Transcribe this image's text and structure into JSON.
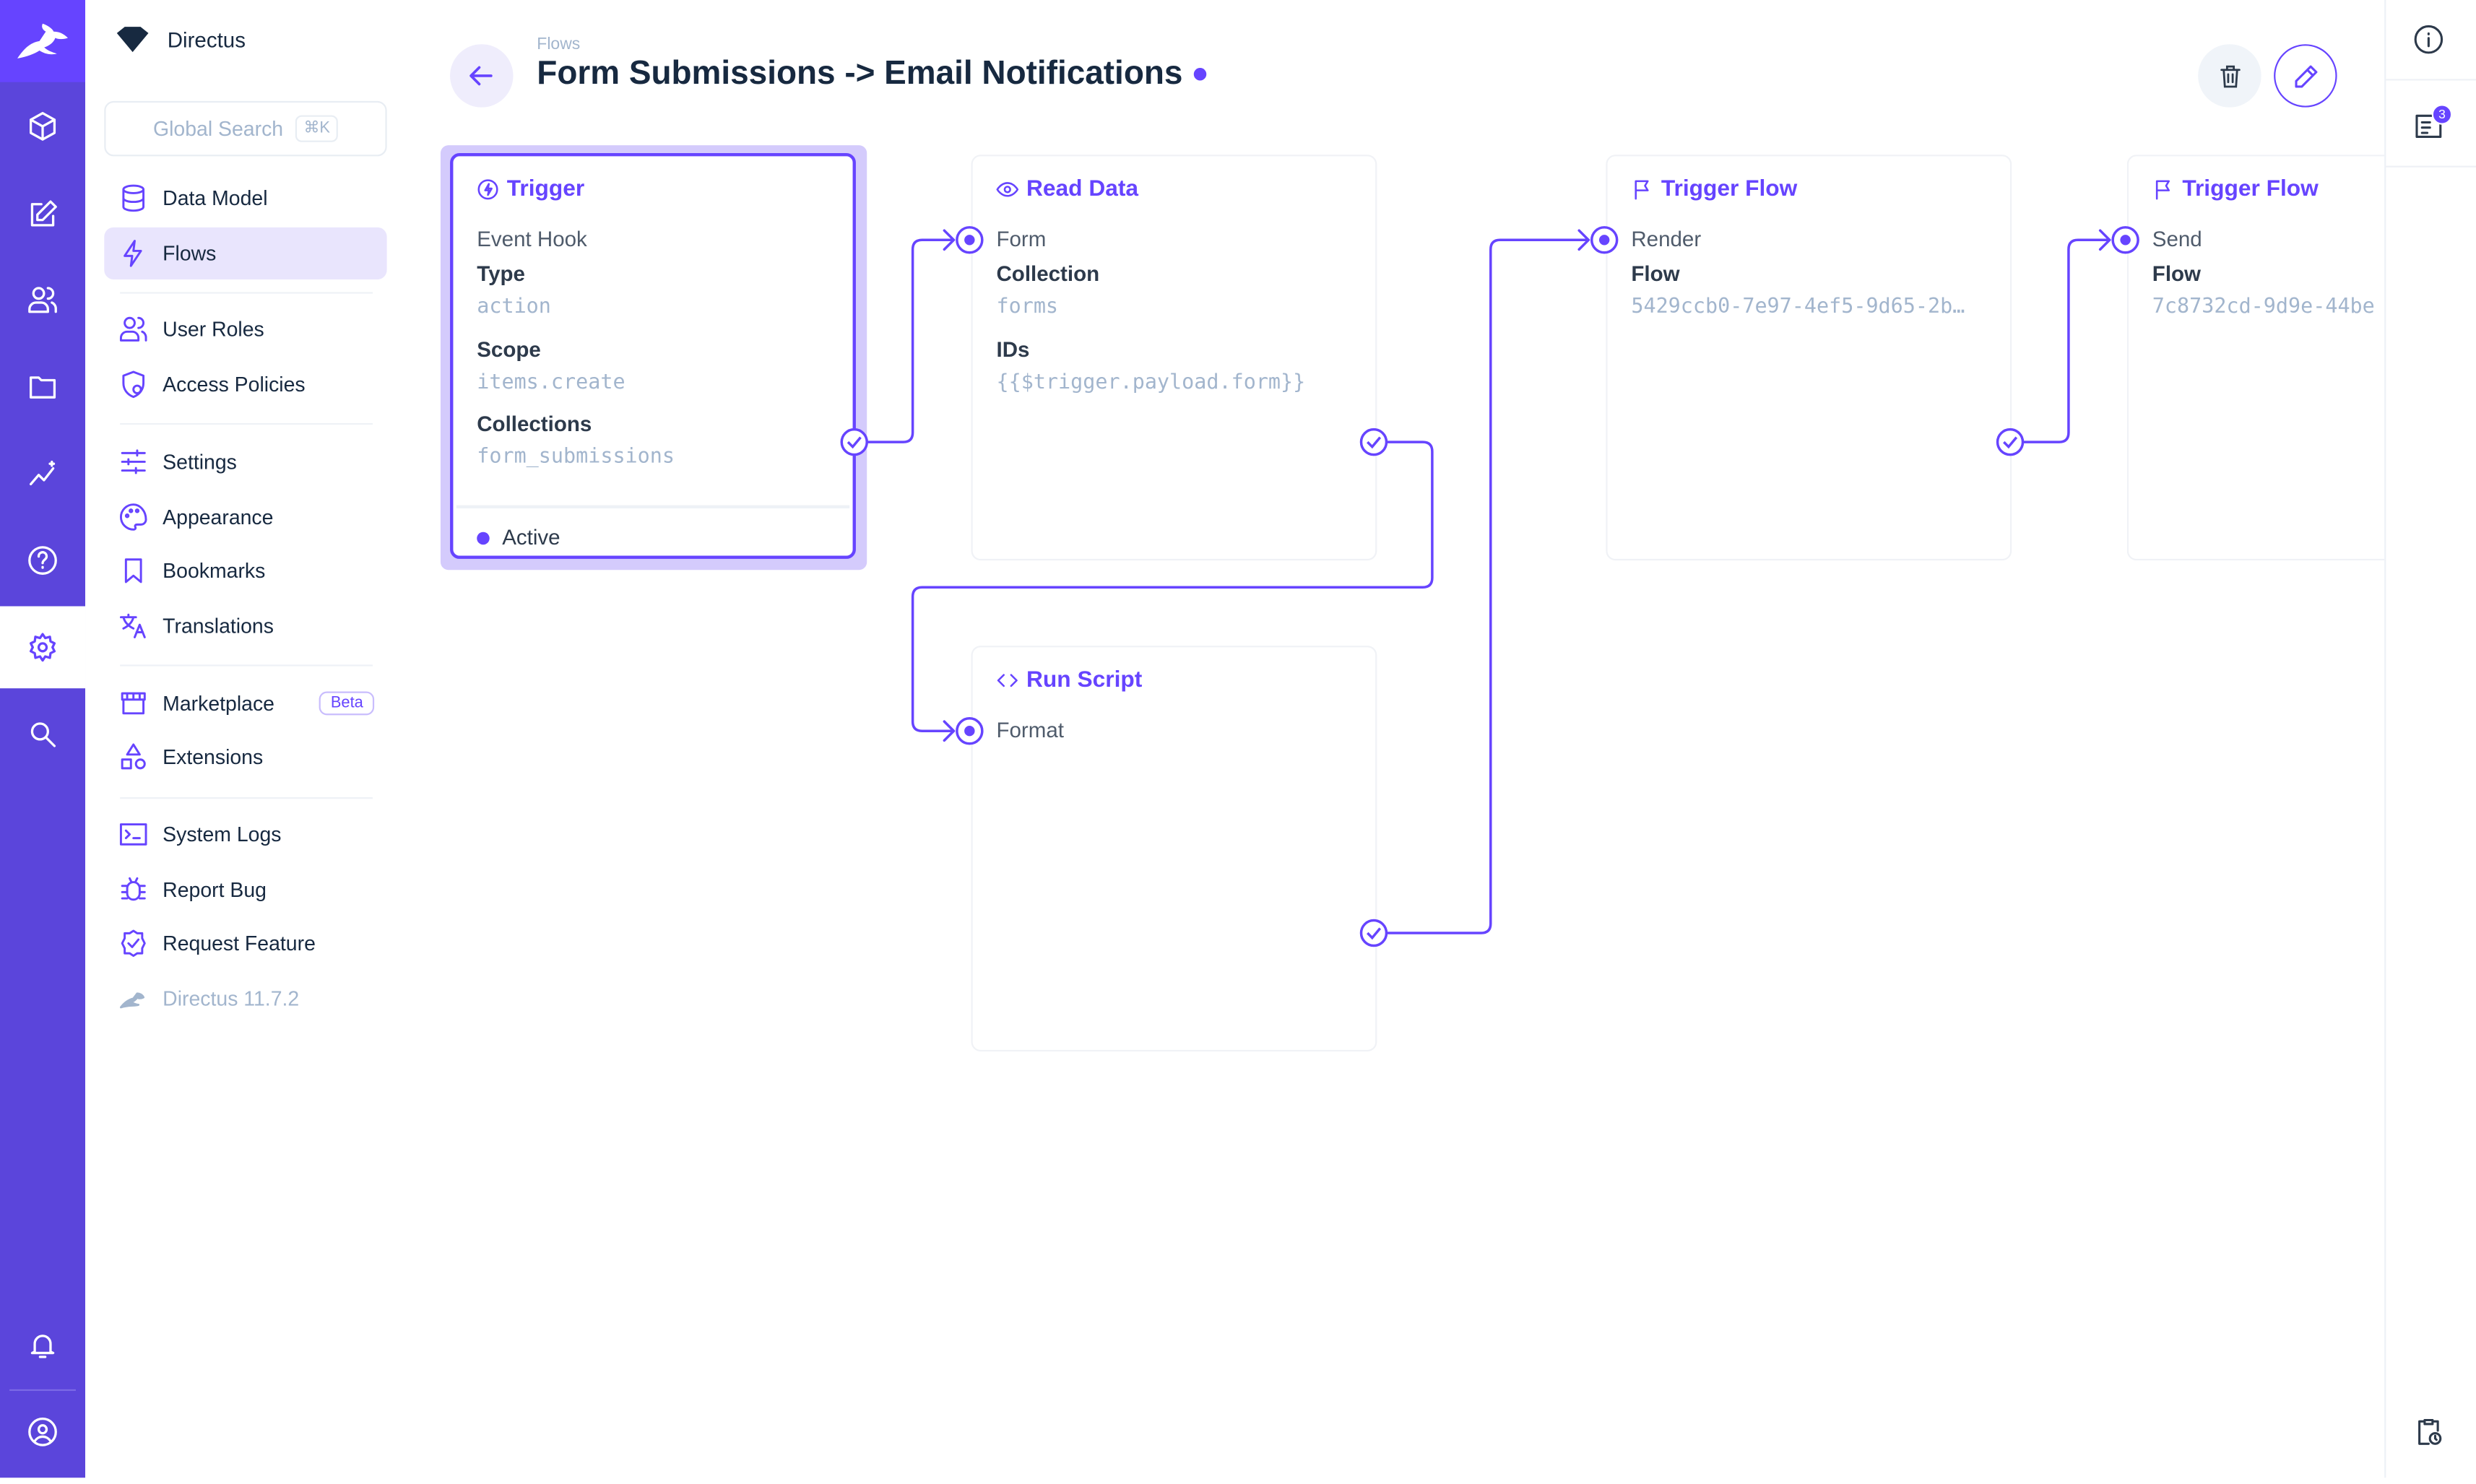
{
  "app": {
    "project_name": "Directus",
    "accent_color": "#6644ff"
  },
  "rail": {
    "items": [
      "cube-icon",
      "edit-icon",
      "users-icon",
      "folder-icon",
      "insights-icon",
      "help-icon",
      "settings-icon",
      "search-icon"
    ],
    "active": "settings-icon",
    "bottom": [
      "bell-icon",
      "account-icon"
    ]
  },
  "search": {
    "placeholder": "Global Search",
    "shortcut": "⌘K"
  },
  "nav": {
    "items": [
      {
        "label": "Data Model",
        "icon": "database-icon"
      },
      {
        "label": "Flows",
        "icon": "bolt-icon",
        "active": true
      },
      {
        "label": "User Roles",
        "icon": "users-icon"
      },
      {
        "label": "Access Policies",
        "icon": "shield-icon"
      },
      {
        "label": "Settings",
        "icon": "sliders-icon"
      },
      {
        "label": "Appearance",
        "icon": "palette-icon"
      },
      {
        "label": "Bookmarks",
        "icon": "bookmark-icon"
      },
      {
        "label": "Translations",
        "icon": "translate-icon"
      },
      {
        "label": "Marketplace",
        "icon": "store-icon",
        "badge": "Beta"
      },
      {
        "label": "Extensions",
        "icon": "shapes-icon"
      },
      {
        "label": "System Logs",
        "icon": "terminal-icon"
      },
      {
        "label": "Report Bug",
        "icon": "bug-icon"
      },
      {
        "label": "Request Feature",
        "icon": "verified-icon"
      },
      {
        "label": "Directus 11.7.2",
        "icon": "directus-logo-icon"
      }
    ]
  },
  "header": {
    "breadcrumb": "Flows",
    "title": "Form Submissions -> Email Notifications",
    "status_dot_color": "#6644ff"
  },
  "cards": {
    "trigger": {
      "title": "Trigger",
      "option": "Event Hook",
      "fields": [
        {
          "label": "Type",
          "value": "action"
        },
        {
          "label": "Scope",
          "value": "items.create"
        },
        {
          "label": "Collections",
          "value": "form_submissions"
        }
      ],
      "status": "Active"
    },
    "read_data": {
      "title": "Read Data",
      "option": "Form",
      "fields": [
        {
          "label": "Collection",
          "value": "forms"
        },
        {
          "label": "IDs",
          "value": "{{$trigger.payload.form}}"
        }
      ]
    },
    "run_script": {
      "title": "Run Script",
      "option": "Format"
    },
    "trigger_flow_1": {
      "title": "Trigger Flow",
      "option": "Render",
      "fields": [
        {
          "label": "Flow",
          "value": "5429ccb0-7e97-4ef5-9d65-2b…"
        }
      ]
    },
    "trigger_flow_2": {
      "title": "Trigger Flow",
      "option": "Send",
      "fields": [
        {
          "label": "Flow",
          "value": "7c8732cd-9d9e-44be"
        }
      ]
    }
  },
  "right_sidebar": {
    "notifications_badge": "3"
  }
}
